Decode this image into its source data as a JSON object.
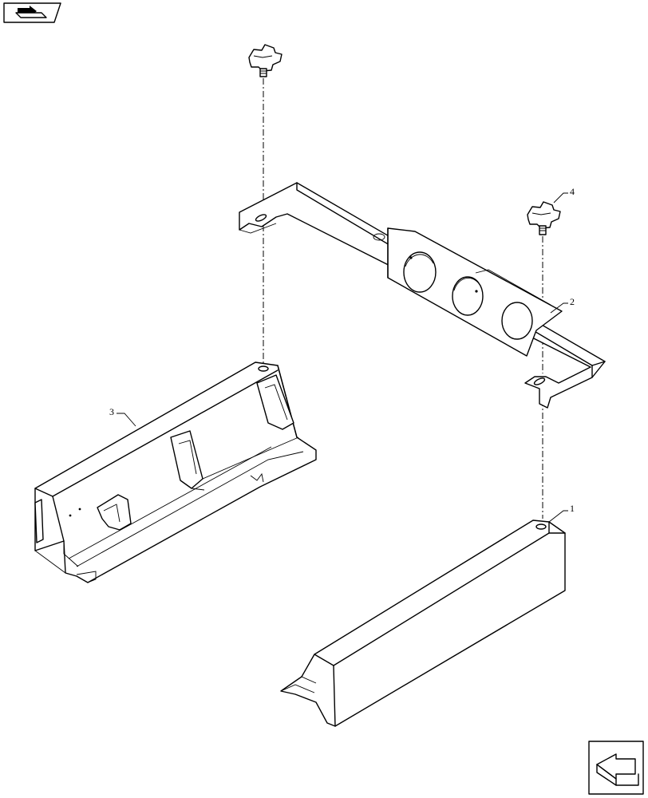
{
  "callouts": [
    {
      "number": "1"
    },
    {
      "number": "2"
    },
    {
      "number": "3"
    },
    {
      "number": "4"
    }
  ],
  "icons": {
    "top_left": "tray-arrow-icon",
    "bottom_right": "exit-arrow-icon"
  }
}
